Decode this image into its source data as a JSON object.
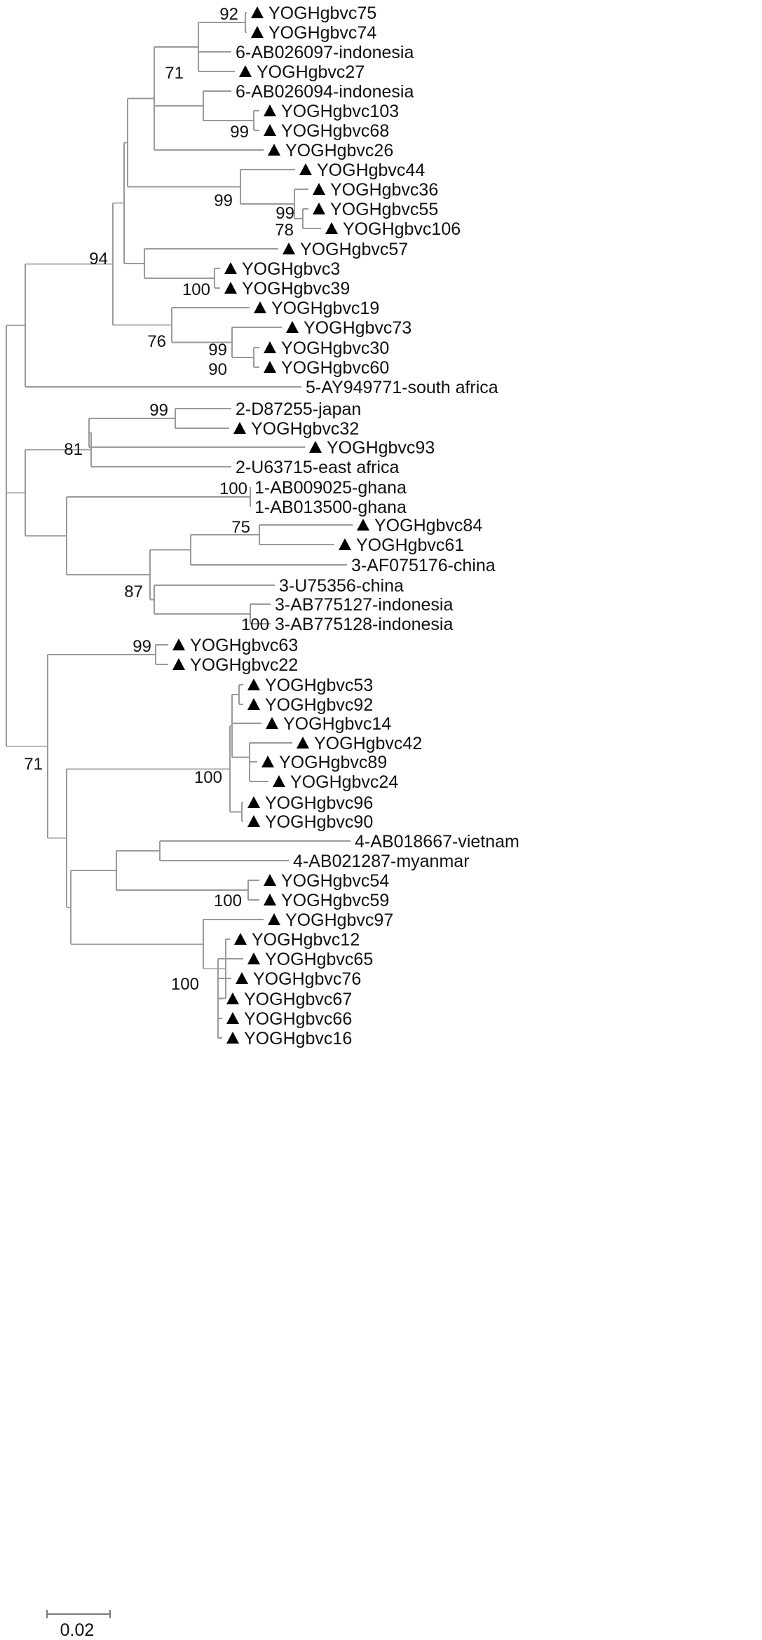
{
  "figure": {
    "leaves": [
      {
        "label": "YOGHgbvc75",
        "marker": "triangle"
      },
      {
        "label": "YOGHgbvc74",
        "marker": "triangle"
      },
      {
        "label": "6-AB026097-indonesia",
        "marker": "none"
      },
      {
        "label": "YOGHgbvc27",
        "marker": "triangle"
      },
      {
        "label": "6-AB026094-indonesia",
        "marker": "none"
      },
      {
        "label": "YOGHgbvc103",
        "marker": "triangle"
      },
      {
        "label": "YOGHgbvc68",
        "marker": "triangle"
      },
      {
        "label": "YOGHgbvc26",
        "marker": "triangle"
      },
      {
        "label": "YOGHgbvc44",
        "marker": "triangle"
      },
      {
        "label": "YOGHgbvc36",
        "marker": "triangle"
      },
      {
        "label": "YOGHgbvc55",
        "marker": "triangle"
      },
      {
        "label": "YOGHgbvc106",
        "marker": "triangle"
      },
      {
        "label": "YOGHgbvc57",
        "marker": "triangle"
      },
      {
        "label": "YOGHgbvc3",
        "marker": "triangle"
      },
      {
        "label": "YOGHgbvc39",
        "marker": "triangle"
      },
      {
        "label": "YOGHgbvc19",
        "marker": "triangle"
      },
      {
        "label": "YOGHgbvc73",
        "marker": "triangle"
      },
      {
        "label": "YOGHgbvc30",
        "marker": "triangle"
      },
      {
        "label": "YOGHgbvc60",
        "marker": "triangle"
      },
      {
        "label": "5-AY949771-south africa",
        "marker": "none"
      },
      {
        "label": "2-D87255-japan",
        "marker": "none"
      },
      {
        "label": "YOGHgbvc32",
        "marker": "triangle"
      },
      {
        "label": "YOGHgbvc93",
        "marker": "triangle"
      },
      {
        "label": "2-U63715-east africa",
        "marker": "none"
      },
      {
        "label": "1-AB009025-ghana",
        "marker": "none"
      },
      {
        "label": "1-AB013500-ghana",
        "marker": "none"
      },
      {
        "label": "YOGHgbvc84",
        "marker": "triangle"
      },
      {
        "label": "YOGHgbvc61",
        "marker": "triangle"
      },
      {
        "label": "3-AF075176-china",
        "marker": "none"
      },
      {
        "label": "3-U75356-china",
        "marker": "none"
      },
      {
        "label": "3-AB775127-indonesia",
        "marker": "none"
      },
      {
        "label": "3-AB775128-indonesia",
        "marker": "none"
      },
      {
        "label": "YOGHgbvc63",
        "marker": "triangle"
      },
      {
        "label": "YOGHgbvc22",
        "marker": "triangle"
      },
      {
        "label": "YOGHgbvc53",
        "marker": "triangle"
      },
      {
        "label": "YOGHgbvc92",
        "marker": "triangle"
      },
      {
        "label": "YOGHgbvc14",
        "marker": "triangle"
      },
      {
        "label": "YOGHgbvc42",
        "marker": "triangle"
      },
      {
        "label": "YOGHgbvc89",
        "marker": "triangle"
      },
      {
        "label": "YOGHgbvc24",
        "marker": "triangle"
      },
      {
        "label": "YOGHgbvc96",
        "marker": "triangle"
      },
      {
        "label": "YOGHgbvc90",
        "marker": "triangle"
      },
      {
        "label": "4-AB018667-vietnam",
        "marker": "none"
      },
      {
        "label": "4-AB021287-myanmar",
        "marker": "none"
      },
      {
        "label": "YOGHgbvc54",
        "marker": "triangle"
      },
      {
        "label": "YOGHgbvc59",
        "marker": "triangle"
      },
      {
        "label": "YOGHgbvc97",
        "marker": "triangle"
      },
      {
        "label": "YOGHgbvc12",
        "marker": "triangle"
      },
      {
        "label": "YOGHgbvc65",
        "marker": "triangle"
      },
      {
        "label": "YOGHgbvc76",
        "marker": "triangle"
      },
      {
        "label": "YOGHgbvc67",
        "marker": "triangle"
      },
      {
        "label": "YOGHgbvc66",
        "marker": "triangle"
      },
      {
        "label": "YOGHgbvc16",
        "marker": "triangle"
      }
    ],
    "bootstrap": [
      {
        "value": "92",
        "clade": "YOGHgbvc75 + YOGHgbvc74"
      },
      {
        "value": "71",
        "clade": "YOGHgbvc75 to YOGHgbvc27"
      },
      {
        "value": "99",
        "clade": "YOGHgbvc103 + YOGHgbvc68"
      },
      {
        "value": "99",
        "clade": "YOGHgbvc44 to YOGHgbvc106"
      },
      {
        "value": "99",
        "clade": "YOGHgbvc36 to YOGHgbvc106"
      },
      {
        "value": "78",
        "clade": "YOGHgbvc55 + YOGHgbvc106"
      },
      {
        "value": "94",
        "clade": "YOGHgbvc75 to YOGHgbvc60"
      },
      {
        "value": "100",
        "clade": "YOGHgbvc3 + YOGHgbvc39"
      },
      {
        "value": "76",
        "clade": "YOGHgbvc19 to YOGHgbvc60"
      },
      {
        "value": "99",
        "clade": "YOGHgbvc73 to YOGHgbvc60"
      },
      {
        "value": "90",
        "clade": "YOGHgbvc30 + YOGHgbvc60"
      },
      {
        "value": "99",
        "clade": "2-D87255-japan + YOGHgbvc32"
      },
      {
        "value": "81",
        "clade": "2-D87255-japan to 2-U63715-east africa"
      },
      {
        "value": "100",
        "clade": "1-AB009025-ghana + 1-AB013500-ghana"
      },
      {
        "value": "75",
        "clade": "YOGHgbvc84 + YOGHgbvc61"
      },
      {
        "value": "87",
        "clade": "YOGHgbvc84 to 3-AB775128-indonesia"
      },
      {
        "value": "100",
        "clade": "3-AB775127-indonesia + 3-AB775128-indonesia"
      },
      {
        "value": "99",
        "clade": "YOGHgbvc63 + YOGHgbvc22"
      },
      {
        "value": "100",
        "clade": "YOGHgbvc53 to YOGHgbvc90"
      },
      {
        "value": "71",
        "clade": "YOGHgbvc63 to YOGHgbvc16"
      },
      {
        "value": "100",
        "clade": "YOGHgbvc54 + YOGHgbvc59"
      },
      {
        "value": "100",
        "clade": "YOGHgbvc97 to YOGHgbvc16"
      }
    ],
    "scale_bar": {
      "value": 0.02,
      "label": "0.02"
    },
    "line_color": "#9a9a9a",
    "text_color": "#111111",
    "marker_color": "#000000"
  }
}
